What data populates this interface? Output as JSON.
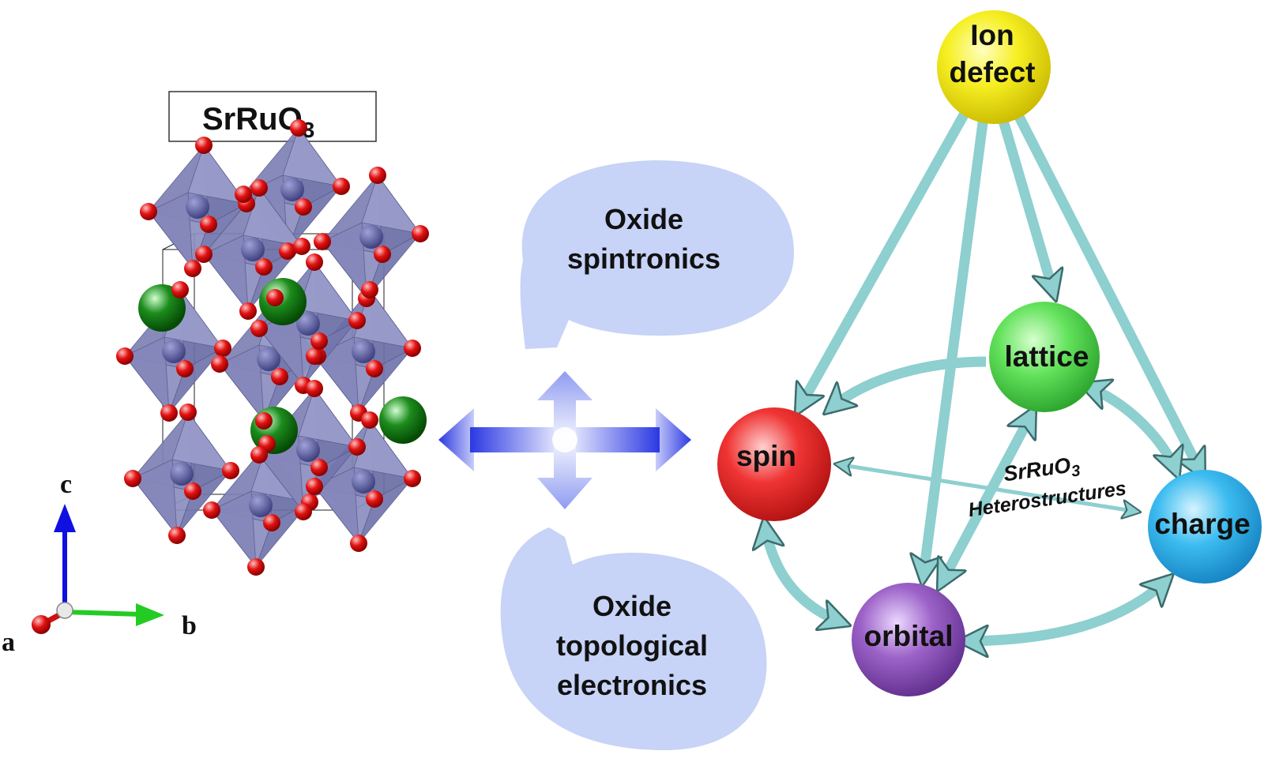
{
  "crystal": {
    "title_main": "SrRuO",
    "title_sub": "3",
    "axes": {
      "a": "a",
      "b": "b",
      "c": "c"
    }
  },
  "bubbles": {
    "top_line1": "Oxide",
    "top_line2": "spintronics",
    "bottom_line1": "Oxide",
    "bottom_line2": "topological",
    "bottom_line3": "electronics"
  },
  "nodes": {
    "ion_line1": "Ion",
    "ion_line2": "defect",
    "lattice": "lattice",
    "spin": "spin",
    "charge": "charge",
    "orbital": "orbital"
  },
  "center_label": {
    "line1": "SrRuO",
    "line1_sub": "3",
    "line2": "Heterostructures"
  },
  "colors": {
    "ion": "#f5ee1a",
    "lattice": "#5fe05a",
    "spin": "#ee3030",
    "charge": "#38b8ee",
    "orbital": "#9a5ec4",
    "arrow": "#8ecfd0",
    "bubble": "#c7d3f7",
    "cross": "#2a3adf",
    "octahedron": "#7d7fb0",
    "oxygen": "#e01010",
    "strontium": "#1a8a1a"
  }
}
